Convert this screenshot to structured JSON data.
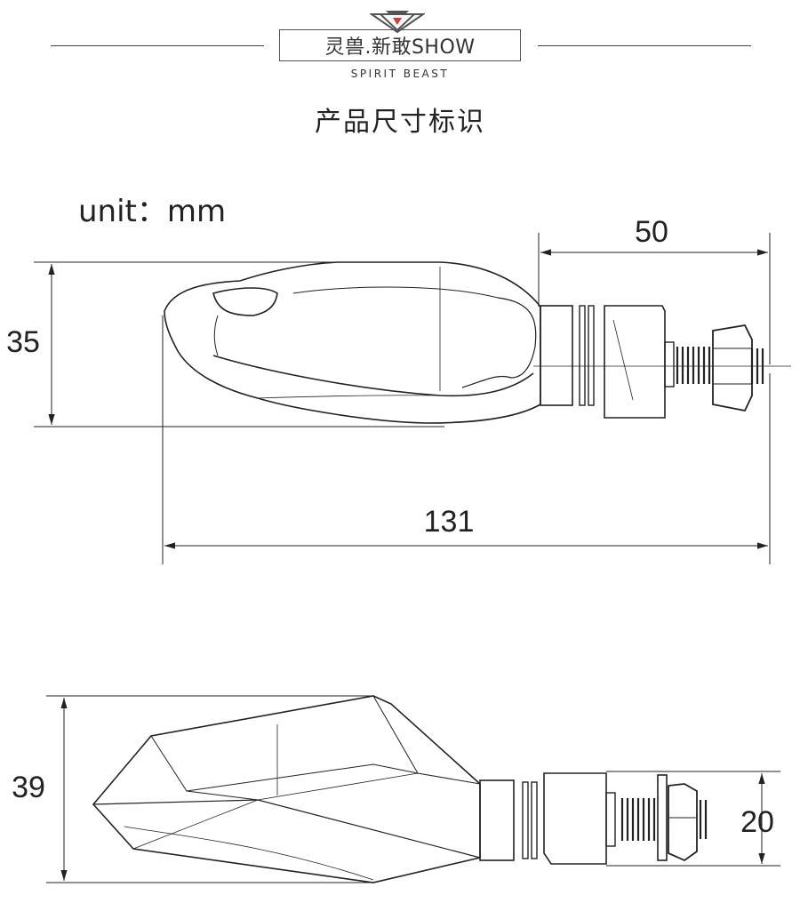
{
  "header": {
    "brand_name": "灵兽.新敢SHOW",
    "brand_sub": "SPIRIT BEAST"
  },
  "title": "产品尺寸标识",
  "unit_label": "unit：mm",
  "dimensions": {
    "top_view": {
      "stem_length": "50",
      "height": "35",
      "total_length": "131"
    },
    "side_view": {
      "height": "39",
      "stem_height": "20"
    }
  },
  "colors": {
    "line": "#222222",
    "accent": "#d63a3a"
  }
}
